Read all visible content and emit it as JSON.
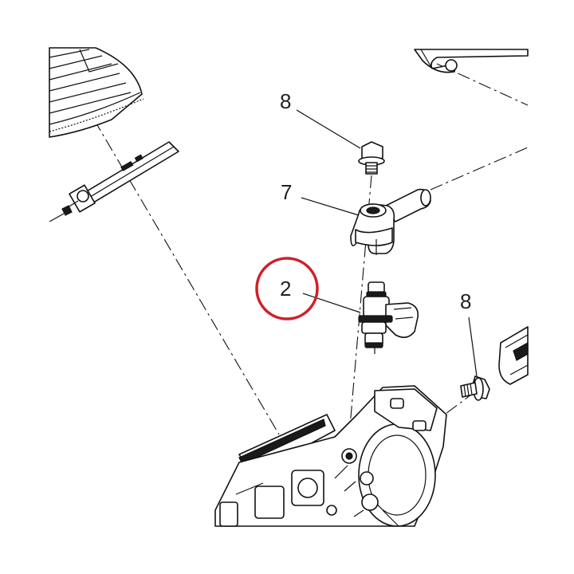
{
  "callouts": [
    {
      "id": "callout-8-top",
      "label": "8"
    },
    {
      "id": "callout-7",
      "label": "7"
    },
    {
      "id": "callout-2",
      "label": "2"
    },
    {
      "id": "callout-8-right",
      "label": "8"
    }
  ],
  "highlight": {
    "target": "2",
    "color": "#d0202a"
  },
  "colors": {
    "line": "#111111",
    "background": "#ffffff"
  }
}
